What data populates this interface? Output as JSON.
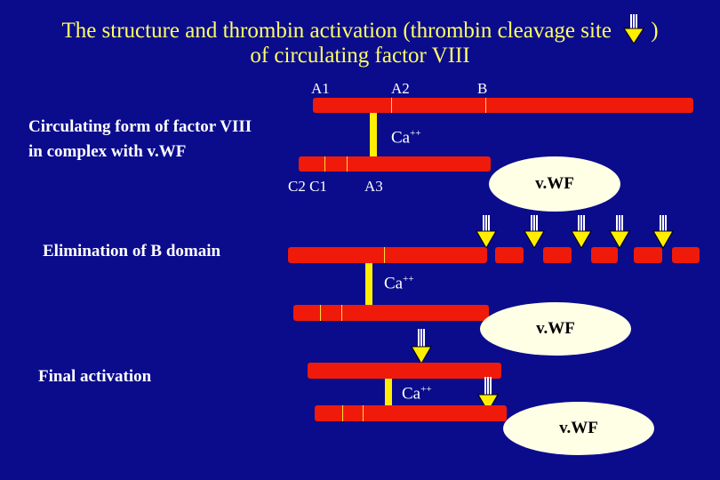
{
  "title": {
    "line1": "The structure and thrombin activation (thrombin cleavage site",
    "close_paren": ")",
    "line2": "of circulating factor VIII"
  },
  "domains": {
    "a1": "A1",
    "a2": "A2",
    "b": "B",
    "c2_c1": "C2 C1",
    "a3": "A3"
  },
  "stage1": {
    "label_line1": "Circulating form of factor VIII",
    "label_line2": "in complex with v.WF"
  },
  "stage2": {
    "label": "Elimination of B domain"
  },
  "stage3": {
    "label": "Final activation"
  },
  "calcium": {
    "text": "Ca",
    "superscript": "++"
  },
  "vwf": "v.WF",
  "colors": {
    "background": "#0b0c8c",
    "chain": "#f01a0a",
    "title": "#ffff66",
    "arrow": "#ffee00",
    "vwf": "#ffffe6"
  },
  "icons": {
    "cleavage": "down-arrow-icon"
  }
}
